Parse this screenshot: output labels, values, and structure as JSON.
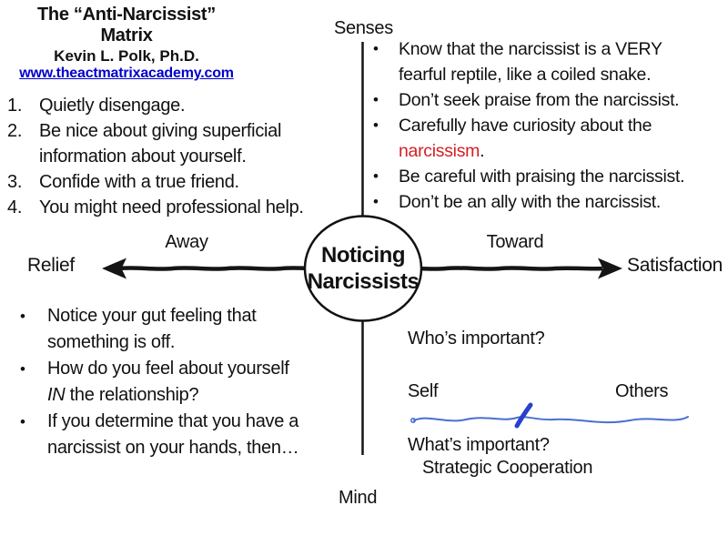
{
  "title_block": {
    "title_line1": "The “Anti-Narcissist”",
    "title_line2": "Matrix",
    "author": "Kevin L. Polk, Ph.D.",
    "website": "www.theactmatrixacademy.com"
  },
  "axes": {
    "top": "Senses",
    "bottom": "Mind",
    "left_end": "Relief",
    "right_end": "Satisfaction",
    "left_direction": "Away",
    "right_direction": "Toward",
    "center_line1": "Noticing",
    "center_line2": "Narcissists"
  },
  "quadrants": {
    "top_left": {
      "items": [
        {
          "num": "1.",
          "line1": "Quietly disengage."
        },
        {
          "num": "2.",
          "line1": "Be nice about giving superficial",
          "line2": "information about yourself."
        },
        {
          "num": "3.",
          "line1": "Confide with a true friend."
        },
        {
          "num": "4.",
          "line1": "You might need professional help."
        }
      ]
    },
    "top_right": {
      "bullet": "•",
      "items": [
        {
          "line1": "Know that the narcissist is a VERY",
          "line2": "fearful reptile, like a coiled snake."
        },
        {
          "line1": "Don’t seek praise from the narcissist."
        },
        {
          "line1": "Carefully have curiosity about the",
          "line2_red": "narcissism",
          "line2_rest": "."
        },
        {
          "line1": "Be careful with praising the narcissist."
        },
        {
          "line1": "Don’t be an ally with the narcissist."
        }
      ]
    },
    "bottom_left": {
      "bullet": "•",
      "items": [
        {
          "line1": "Notice your gut feeling that",
          "line2": "something is off."
        },
        {
          "line1": "How do you feel about yourself",
          "line2_italic": "IN",
          "line2_rest": " the relationship?"
        },
        {
          "line1": "If you determine that you have a",
          "line2": "narcissist on your hands, then…"
        }
      ]
    },
    "bottom_right": {
      "whos_important": "Who’s important?",
      "self_label": "Self",
      "others_label": "Others",
      "whats_important": "What’s important?",
      "strategy": "Strategic Cooperation"
    }
  },
  "colors": {
    "highlight_red": "#d41f26",
    "link_blue": "#0000cc",
    "scribble_blue": "#4a6fd1",
    "scribble_slash_blue": "#2840cc",
    "line_black": "#151515"
  }
}
